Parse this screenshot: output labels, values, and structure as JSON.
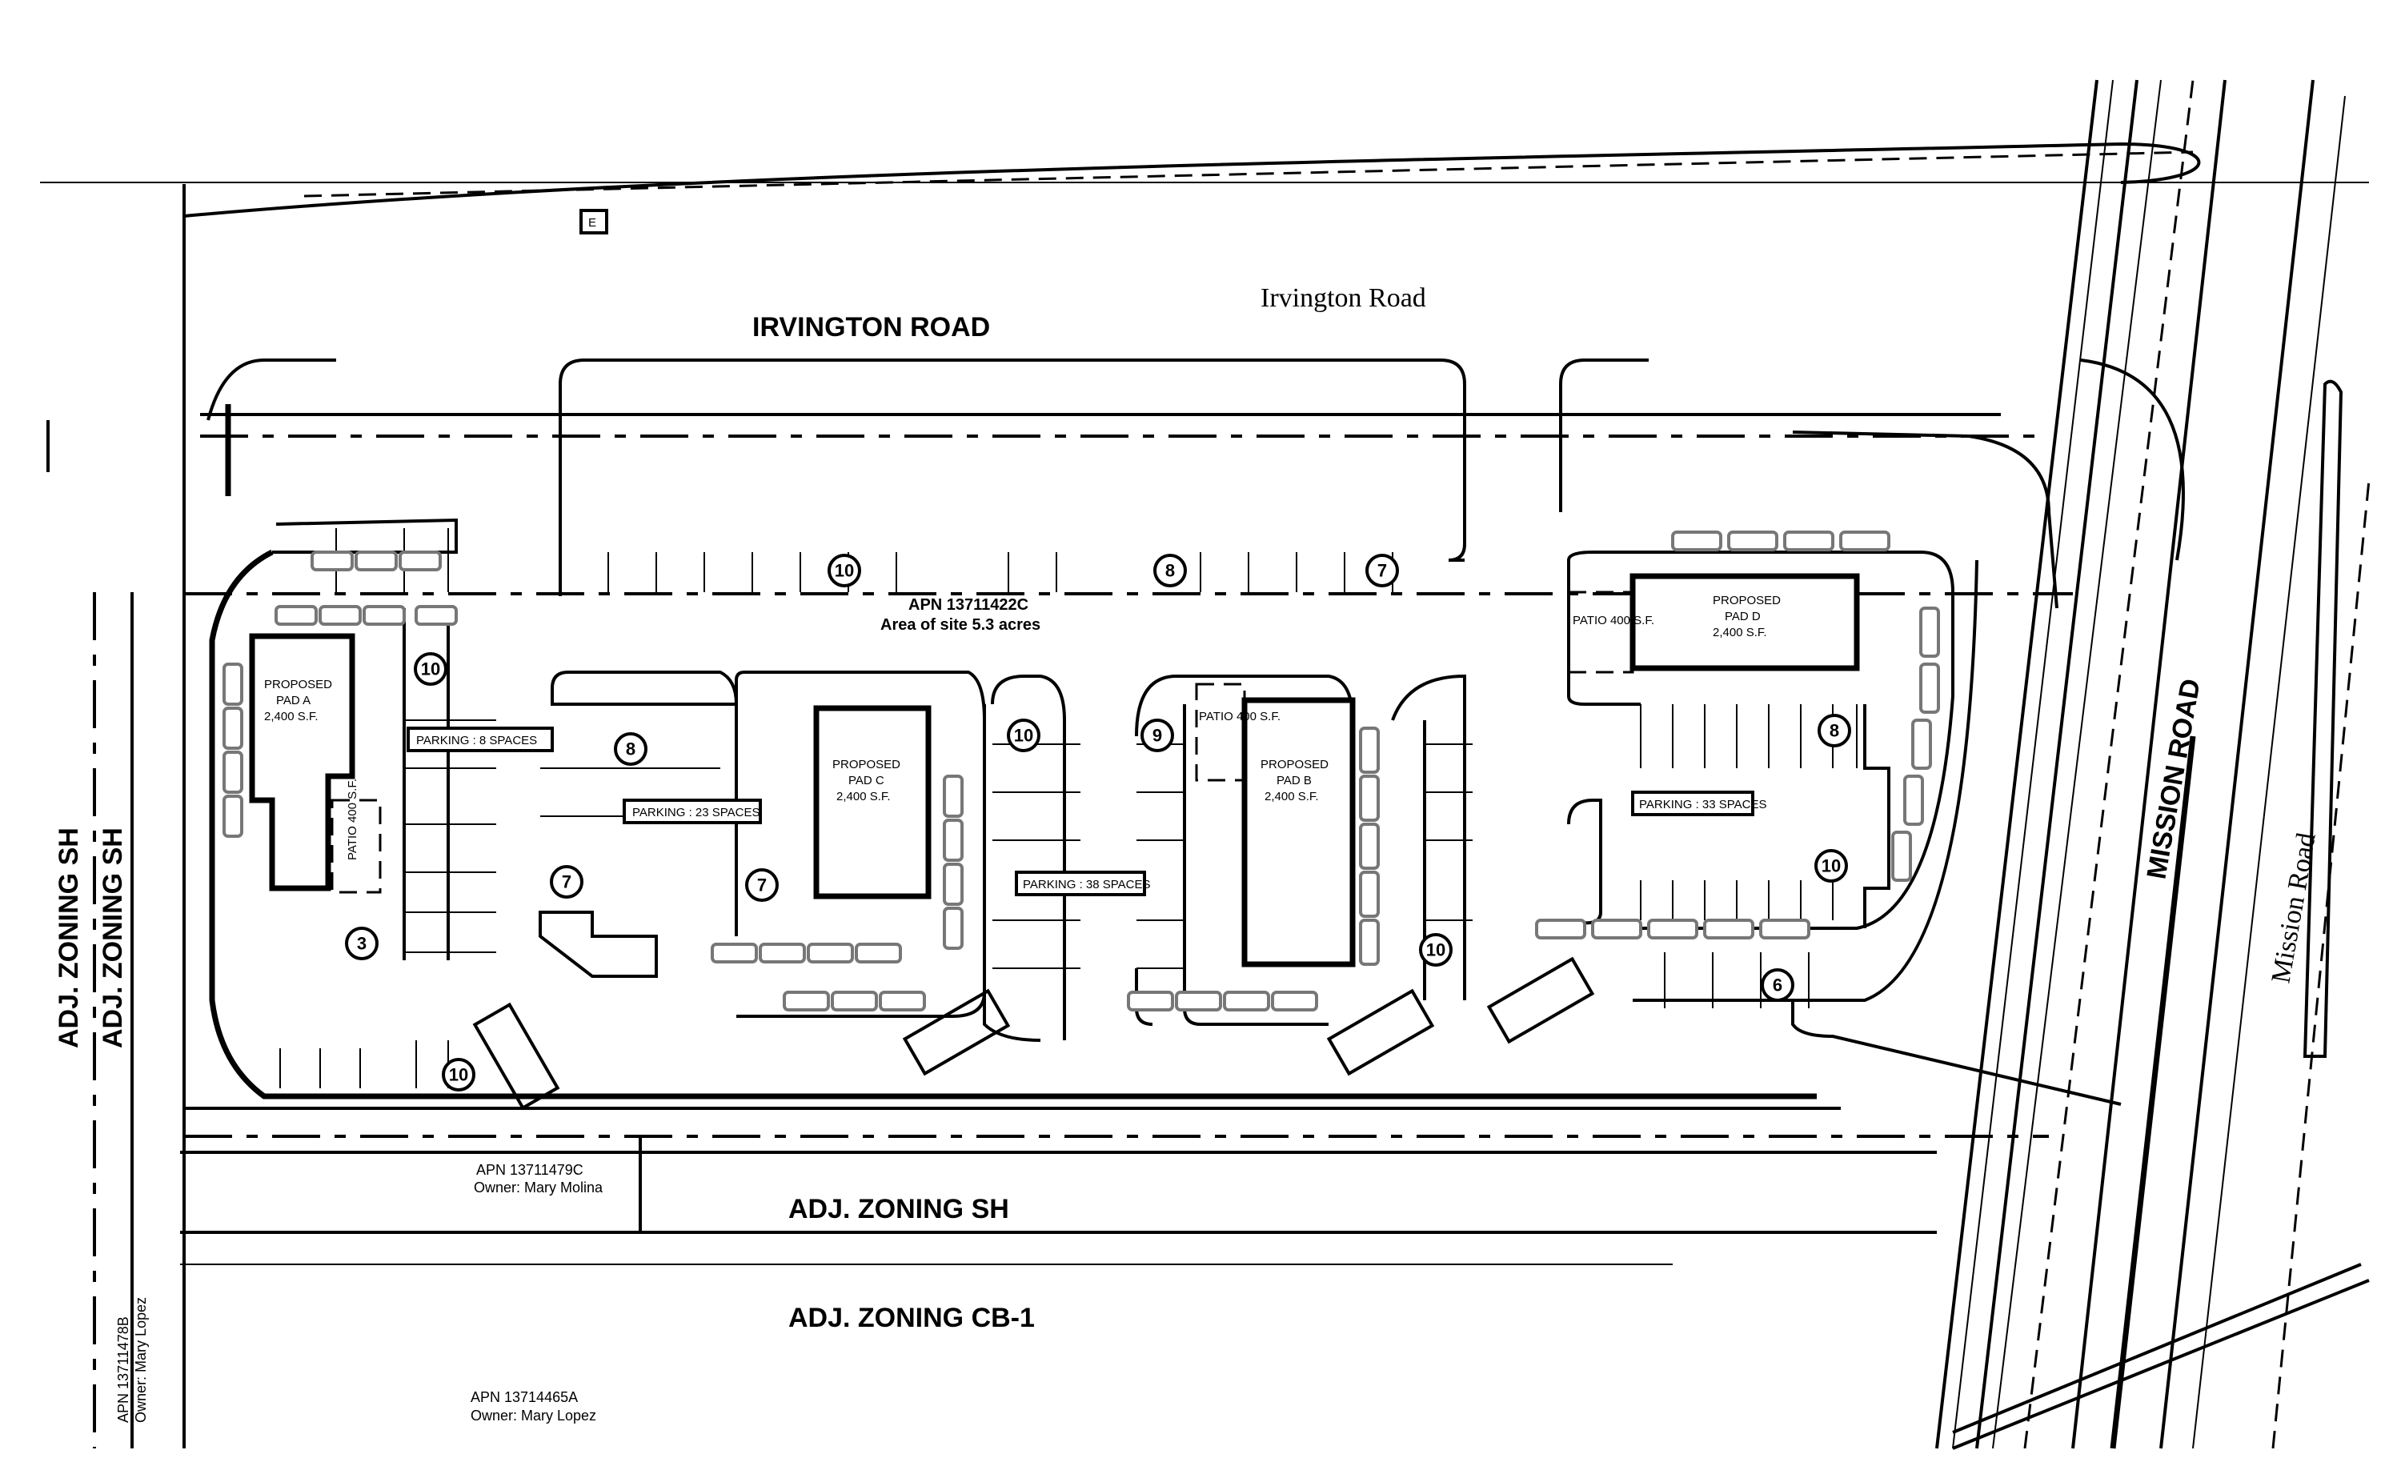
{
  "roads": {
    "irvington_caps": "IRVINGTON ROAD",
    "irvington_serif": "Irvington Road",
    "mission_caps": "MISSION ROAD",
    "mission_serif": "Mission Road"
  },
  "zoning": {
    "left_1": "ADJ. ZONING SH",
    "left_2": "ADJ. ZONING SH",
    "bottom_sh": "ADJ. ZONING SH",
    "bottom_cb1": "ADJ. ZONING CB-1"
  },
  "parcels": {
    "site_apn": "APN 13711422C",
    "site_area": "Area of site 5.3 acres",
    "south_apn": "APN 13711479C",
    "south_owner": "Owner: Mary Molina",
    "sw_apn": "APN 13714465A",
    "sw_owner": "Owner: Mary Lopez",
    "west_apn": "APN 13711478B",
    "west_owner": "Owner: Mary Lopez"
  },
  "pads": [
    {
      "title": "PROPOSED",
      "name": "PAD A",
      "area": "2,400 S.F."
    },
    {
      "title": "PROPOSED",
      "name": "PAD C",
      "area": "2,400 S.F."
    },
    {
      "title": "PROPOSED",
      "name": "PAD B",
      "area": "2,400 S.F."
    },
    {
      "title": "PROPOSED",
      "name": "PAD D",
      "area": "2,400 S.F."
    }
  ],
  "patios": {
    "pad_a": "PATIO 400 S.F.",
    "pad_b": "PATIO 400 S.F.",
    "pad_d": "PATIO 400 S.F."
  },
  "parking": {
    "west": "PARKING : 8 SPACES",
    "west_center": "PARKING : 23 SPACES",
    "center": "PARKING : 38 SPACES",
    "east": "PARKING : 33 SPACES"
  },
  "space_counts": [
    "10",
    "8",
    "7",
    "10",
    "8",
    "7",
    "7",
    "3",
    "10",
    "10",
    "9",
    "10",
    "8",
    "10",
    "6"
  ],
  "marker_e": "E"
}
